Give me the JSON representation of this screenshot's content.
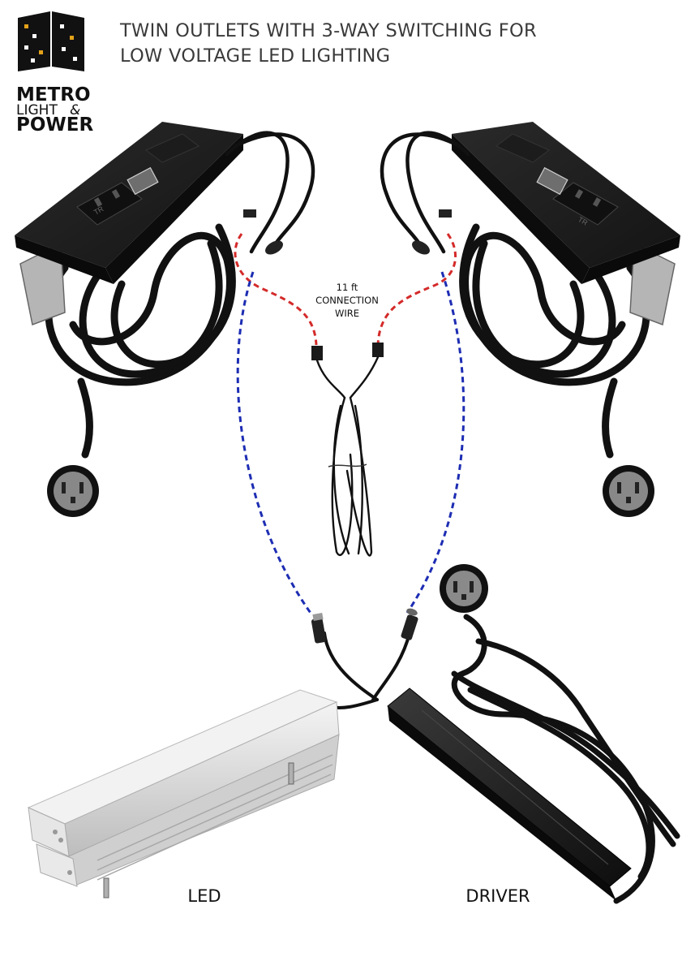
{
  "brand": {
    "line1": "METRO",
    "line2": "LIGHT",
    "ampersand": "&",
    "line3": "POWER"
  },
  "title": {
    "line1": "TWIN OUTLETS WITH 3-WAY SWITCHING FOR",
    "line2": "LOW VOLTAGE LED LIGHTING"
  },
  "connection_wire": {
    "length": "11 ft",
    "line1": "CONNECTION",
    "line2": "WIRE"
  },
  "outlet_badge": "TR",
  "labels": {
    "led": "LED",
    "driver": "DRIVER"
  },
  "colors": {
    "red_path": "#d42a2a",
    "blue_path": "#1d2db3",
    "unit_body": "#1b1b1b",
    "led_body": "#d9d9d9"
  }
}
